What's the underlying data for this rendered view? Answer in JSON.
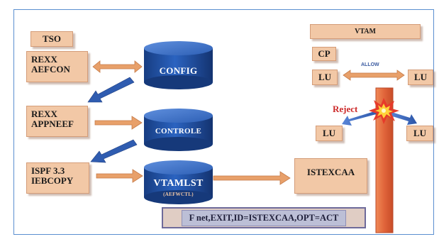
{
  "boxes": {
    "tso": "TSO",
    "rexx1_line1": "REXX",
    "rexx1_line2": "AEFCON",
    "rexx2_line1": "REXX",
    "rexx2_line2": "APPNEEF",
    "ispf_line1": "ISPF 3.3",
    "ispf_line2": "IEBCOPY",
    "istexcaa": "ISTEXCAA",
    "vtam": "VTAM",
    "cp": "CP",
    "lu_top_left": "LU",
    "lu_top_right": "LU",
    "lu_bottom_left": "LU",
    "lu_bottom_right": "LU"
  },
  "cylinders": {
    "config": "CONFIG",
    "controle": "CONTROLE",
    "vtamlst": "VTAMLST",
    "vtamlst_sub": "(AEFWCTL)"
  },
  "labels": {
    "allow": "ALLOW",
    "reject": "Reject"
  },
  "command": "F net,EXIT,ID=ISTEXCAA,OPT=ACT",
  "colors": {
    "box_fill": "#f2c8a6",
    "arrow": "#e8a06a",
    "cylinder": "#1f4fa0",
    "firewall": "#e06a3c",
    "reject_text": "#cc2a2a",
    "frame_border": "#5b8fd0"
  }
}
